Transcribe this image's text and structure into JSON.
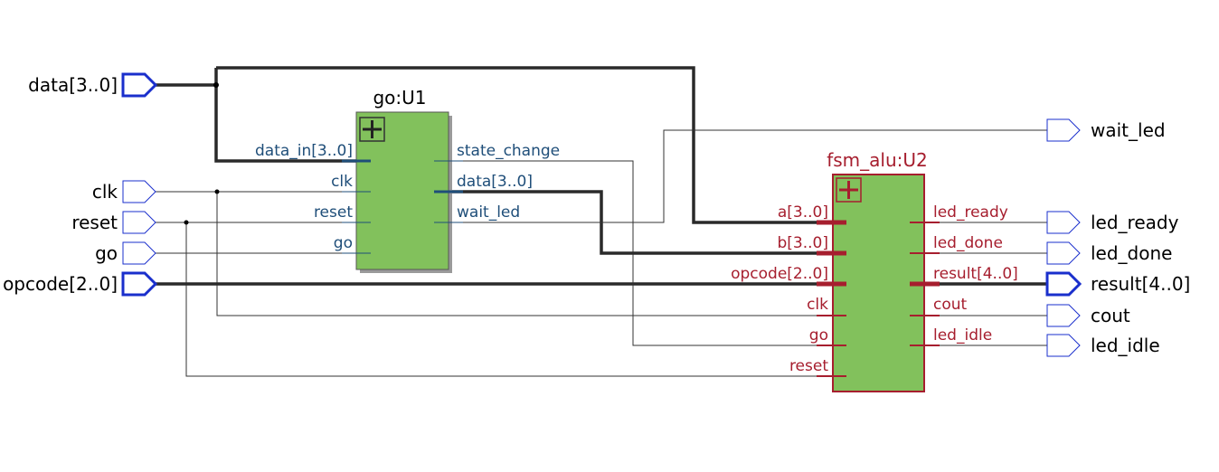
{
  "inputs": {
    "data": "data[3..0]",
    "clk": "clk",
    "reset": "reset",
    "go": "go",
    "opcode": "opcode[2..0]"
  },
  "outputs": {
    "wait_led": "wait_led",
    "led_ready": "led_ready",
    "led_done": "led_done",
    "result": "result[4..0]",
    "cout": "cout",
    "led_idle": "led_idle"
  },
  "u1": {
    "title": "go:U1",
    "pins_left": [
      "data_in[3..0]",
      "clk",
      "reset",
      "go"
    ],
    "pins_right": [
      "state_change",
      "data[3..0]",
      "wait_led"
    ]
  },
  "u2": {
    "title": "fsm_alu:U2",
    "pins_left": [
      "a[3..0]",
      "b[3..0]",
      "opcode[2..0]",
      "clk",
      "go",
      "reset"
    ],
    "pins_right": [
      "led_ready",
      "led_done",
      "result[4..0]",
      "cout",
      "led_idle"
    ]
  },
  "colors": {
    "block_fill": "#82c15c",
    "u1_border": "#555555",
    "u2_border": "#a61e2e",
    "port_blue": "#1a2fcc",
    "u1_label": "#1f4e79",
    "u2_label": "#a61e2e"
  },
  "icons": {
    "expand": "plus-icon"
  }
}
